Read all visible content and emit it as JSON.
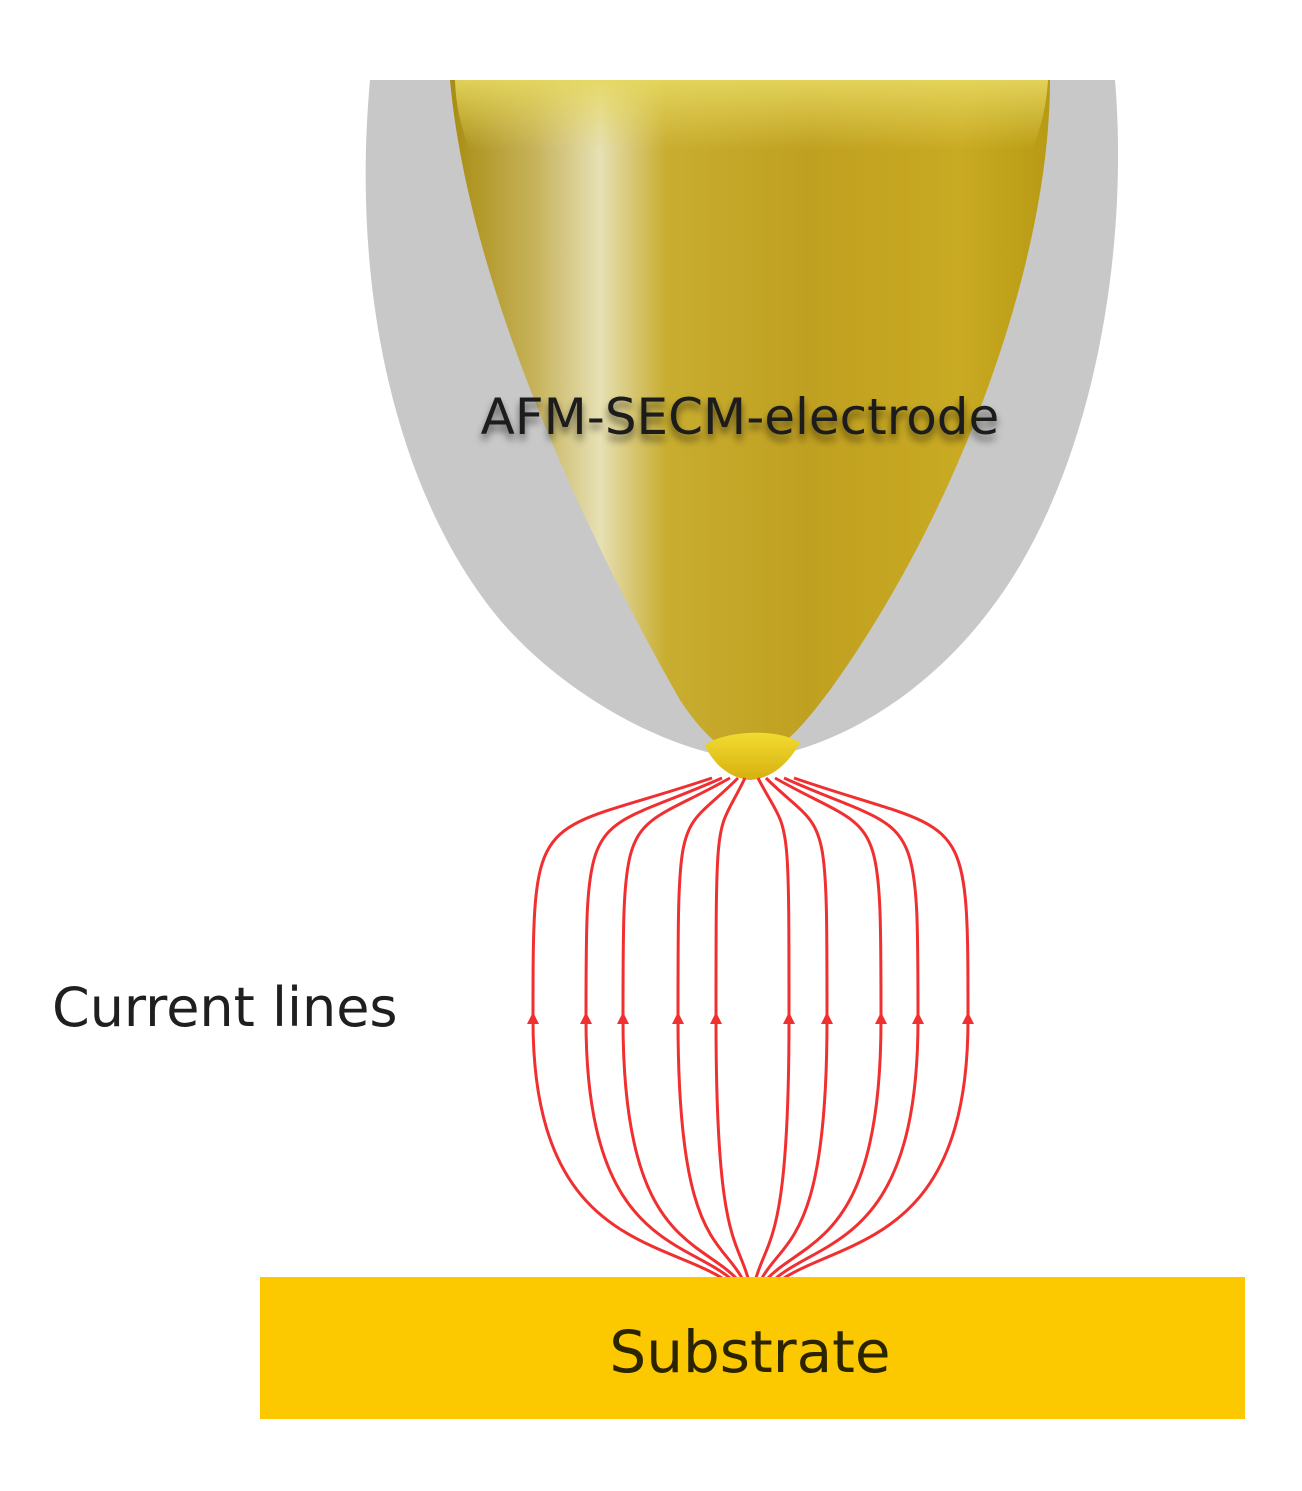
{
  "labels": {
    "electrode": "AFM-SECM-electrode",
    "current_lines": "Current lines",
    "substrate": "Substrate"
  },
  "colors": {
    "background": "#ffffff",
    "insulation": "#c8c8c8",
    "electrode_gold_light": "#e2d9a0",
    "electrode_gold_mid": "#c9ad2a",
    "electrode_gold_dark": "#a88d10",
    "tip": "#e8c820",
    "current_line": "#f03030",
    "substrate": "#fcc800"
  }
}
